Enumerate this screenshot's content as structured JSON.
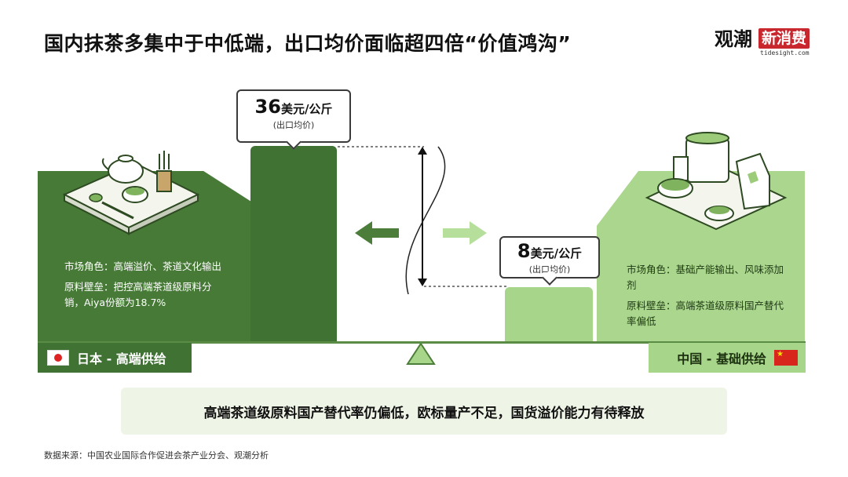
{
  "title": "国内抹茶多集中于中低端，出口均价面临超四倍“价值鸿沟”",
  "logo": {
    "text_a": "观潮",
    "text_b": "新消费",
    "sub": "tidesight.com"
  },
  "colors": {
    "dark_green": "#3f7233",
    "light_green": "#a7d589",
    "arrow_dark": "#4c7d3a",
    "arrow_light": "#b6df9b"
  },
  "chart_data": {
    "type": "bar",
    "categories": [
      "日本",
      "中国"
    ],
    "values": [
      36,
      8
    ],
    "unit": "美元/公斤",
    "value_note": "(出口均价)",
    "ylim": [
      0,
      40
    ],
    "grid": false,
    "legend": "none"
  },
  "japan": {
    "value_label": "36",
    "unit_label": "美元/公斤",
    "note": "(出口均价)",
    "role": "市场角色：高端溢价、茶道文化输出",
    "barrier": "原料壁垒：把控高端茶道级原料分销，Aiya份额为18.7%",
    "tag": "日本 - 高端供给",
    "flag_icon": "japan-flag-icon"
  },
  "china": {
    "value_label": "8",
    "unit_label": "美元/公斤",
    "note": "(出口均价)",
    "role": "市场角色：基础产能输出、风味添加剂",
    "barrier": "原料壁垒：高端茶道级原料国产替代率偏低",
    "tag": "中国 - 基础供给",
    "flag_icon": "china-flag-icon"
  },
  "conclusion": "高端茶道级原料国产替代率仍偏低，欧标量产不足，国货溢价能力有待释放",
  "source": "数据来源：中国农业国际合作促进会茶产业分会、观潮分析"
}
